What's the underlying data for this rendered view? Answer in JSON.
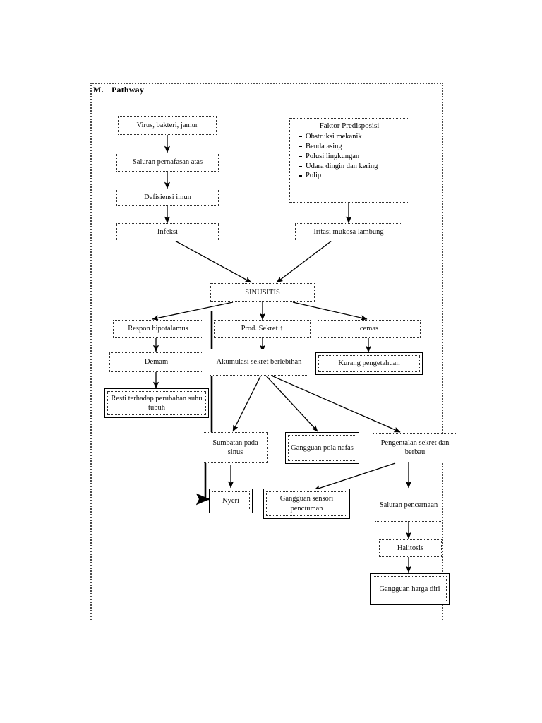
{
  "page": {
    "heading_number": "M.",
    "heading_title": "Pathway",
    "frame_color": "#4a4a4a"
  },
  "nodes": [
    {
      "id": "virus",
      "label": "Virus, bakteri, jamur",
      "style": "dotted"
    },
    {
      "id": "saluran_nafas",
      "label": "Saluran pernafasan atas",
      "style": "dotted"
    },
    {
      "id": "defisiensi",
      "label": "Defisiensi imun",
      "style": "dotted"
    },
    {
      "id": "infeksi",
      "label": "Infeksi",
      "style": "dotted"
    },
    {
      "id": "iritasi",
      "label": "Iritasi mukosa lambung",
      "style": "dotted"
    },
    {
      "id": "sinusitis",
      "label": "SINUSITIS",
      "style": "dotted"
    },
    {
      "id": "respon",
      "label": "Respon hipotalamus",
      "style": "dotted"
    },
    {
      "id": "prod_sekret",
      "label": "Prod. Sekret ↑",
      "style": "dotted"
    },
    {
      "id": "cemas",
      "label": "cemas",
      "style": "dotted"
    },
    {
      "id": "demam",
      "label": "Demam",
      "style": "dotted"
    },
    {
      "id": "akumulasi",
      "label": "Akumulasi sekret berlebihan",
      "style": "dotted"
    },
    {
      "id": "kurang",
      "label": "Kurang pengetahuan",
      "style": "framed"
    },
    {
      "id": "resti",
      "label": "Resti terhadap perubahan suhu tubuh",
      "style": "framed"
    },
    {
      "id": "sumbatan",
      "label": "Sumbatan pada sinus",
      "style": "dotted"
    },
    {
      "id": "gangguan_pola",
      "label": "Gangguan pola nafas",
      "style": "framed"
    },
    {
      "id": "pengentalan",
      "label": "Pengentalan sekret dan berbau",
      "style": "dotted"
    },
    {
      "id": "nyeri",
      "label": "Nyeri",
      "style": "framed"
    },
    {
      "id": "sensori",
      "label": "Gangguan sensori penciuman",
      "style": "framed"
    },
    {
      "id": "saluran_cerna",
      "label": "Saluran pencernaan",
      "style": "dotted"
    },
    {
      "id": "halitosis",
      "label": "Halitosis",
      "style": "dotted"
    },
    {
      "id": "harga_diri",
      "label": "Gangguan harga diri",
      "style": "framed"
    }
  ],
  "faktor": {
    "title": "Faktor Predisposisi",
    "items": [
      "Obstruksi mekanik",
      "Benda asing",
      "Polusi lingkungan",
      "Udara dingin dan kering",
      "Polip"
    ]
  },
  "chart_data": {
    "type": "diagram",
    "title": "M. Pathway",
    "subtype": "flowchart",
    "nodes": [
      "Virus, bakteri, jamur",
      "Saluran pernafasan atas",
      "Defisiensi imun",
      "Infeksi",
      "Faktor Predisposisi",
      "Iritasi mukosa lambung",
      "SINUSITIS",
      "Respon hipotalamus",
      "Prod. Sekret ↑",
      "cemas",
      "Demam",
      "Akumulasi sekret berlebihan",
      "Kurang pengetahuan",
      "Resti terhadap perubahan suhu tubuh",
      "Sumbatan pada sinus",
      "Gangguan pola nafas",
      "Pengentalan sekret dan berbau",
      "Nyeri",
      "Gangguan sensori penciuman",
      "Saluran pencernaan",
      "Halitosis",
      "Gangguan harga diri"
    ],
    "edges": [
      [
        "Virus, bakteri, jamur",
        "Saluran pernafasan atas"
      ],
      [
        "Saluran pernafasan atas",
        "Defisiensi imun"
      ],
      [
        "Defisiensi imun",
        "Infeksi"
      ],
      [
        "Faktor Predisposisi",
        "Iritasi mukosa lambung"
      ],
      [
        "Infeksi",
        "SINUSITIS"
      ],
      [
        "Iritasi mukosa lambung",
        "SINUSITIS"
      ],
      [
        "SINUSITIS",
        "Respon hipotalamus"
      ],
      [
        "SINUSITIS",
        "Prod. Sekret ↑"
      ],
      [
        "SINUSITIS",
        "cemas"
      ],
      [
        "Respon hipotalamus",
        "Demam"
      ],
      [
        "Prod. Sekret ↑",
        "Akumulasi sekret berlebihan"
      ],
      [
        "cemas",
        "Kurang pengetahuan"
      ],
      [
        "Demam",
        "Resti terhadap perubahan suhu tubuh"
      ],
      [
        "Akumulasi sekret berlebihan",
        "Sumbatan pada sinus"
      ],
      [
        "Akumulasi sekret berlebihan",
        "Gangguan pola nafas"
      ],
      [
        "Akumulasi sekret berlebihan",
        "Pengentalan sekret dan berbau"
      ],
      [
        "Sumbatan pada sinus",
        "Nyeri"
      ],
      [
        "Prod. Sekret ↑",
        "Nyeri"
      ],
      [
        "Pengentalan sekret dan berbau",
        "Gangguan sensori penciuman"
      ],
      [
        "Pengentalan sekret dan berbau",
        "Saluran pencernaan"
      ],
      [
        "Saluran pencernaan",
        "Halitosis"
      ],
      [
        "Halitosis",
        "Gangguan harga diri"
      ]
    ]
  }
}
